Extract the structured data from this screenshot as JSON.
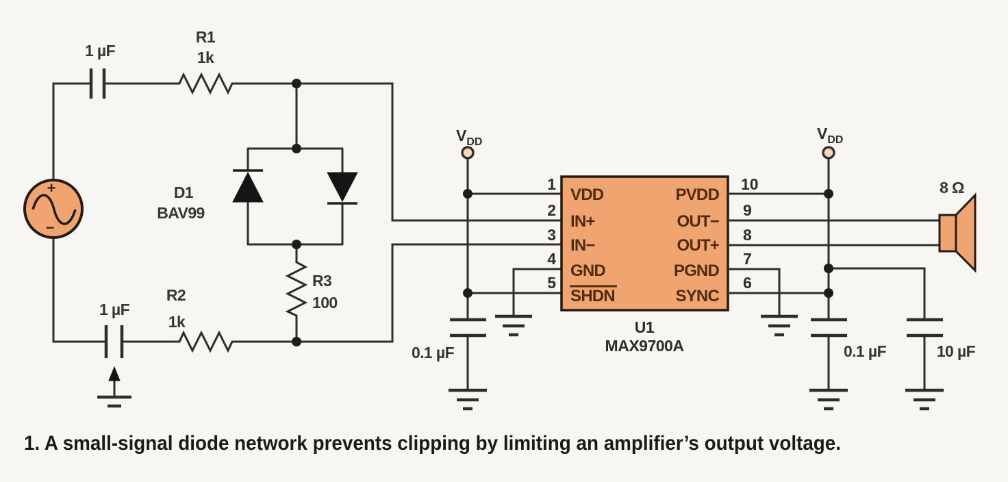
{
  "colors": {
    "background": "#f7f6f3",
    "wire": "#2d2d2d",
    "component_orange": "#f0a571",
    "chip_border": "#241a10",
    "chip_text": "#4f2c10",
    "label_text": "#363636",
    "caption_text": "#1a1a1a",
    "terminal_fill": "#f2d9bd"
  },
  "labels": {
    "cap_top": "1 µF",
    "cap_bottom": "1 µF",
    "r1_ref": "R1",
    "r1_value": "1k",
    "r2_ref": "R2",
    "r2_value": "1k",
    "r3_ref": "R3",
    "r3_value": "100",
    "d1_ref": "D1",
    "d1_value": "BAV99",
    "bypass_left": "0.1 µF",
    "bypass_right": "0.1 µF",
    "bulk_cap": "10 µF",
    "speaker": "8 Ω",
    "source_plus": "+",
    "source_minus": "−",
    "vdd_letter": "V",
    "vdd_subscript": "DD"
  },
  "ic": {
    "ref": "U1",
    "part": "MAX9700A",
    "pins_left": [
      {
        "num": "1",
        "name": "VDD"
      },
      {
        "num": "2",
        "name": "IN+"
      },
      {
        "num": "3",
        "name": "IN−"
      },
      {
        "num": "4",
        "name": "GND"
      },
      {
        "num": "5",
        "name": "SHDN"
      }
    ],
    "pins_right": [
      {
        "num": "10",
        "name": "PVDD"
      },
      {
        "num": "9",
        "name": "OUT−"
      },
      {
        "num": "8",
        "name": "OUT+"
      },
      {
        "num": "7",
        "name": "PGND"
      },
      {
        "num": "6",
        "name": "SYNC"
      }
    ]
  },
  "caption": "1. A small-signal diode network prevents clipping by limiting an amplifier’s output voltage."
}
